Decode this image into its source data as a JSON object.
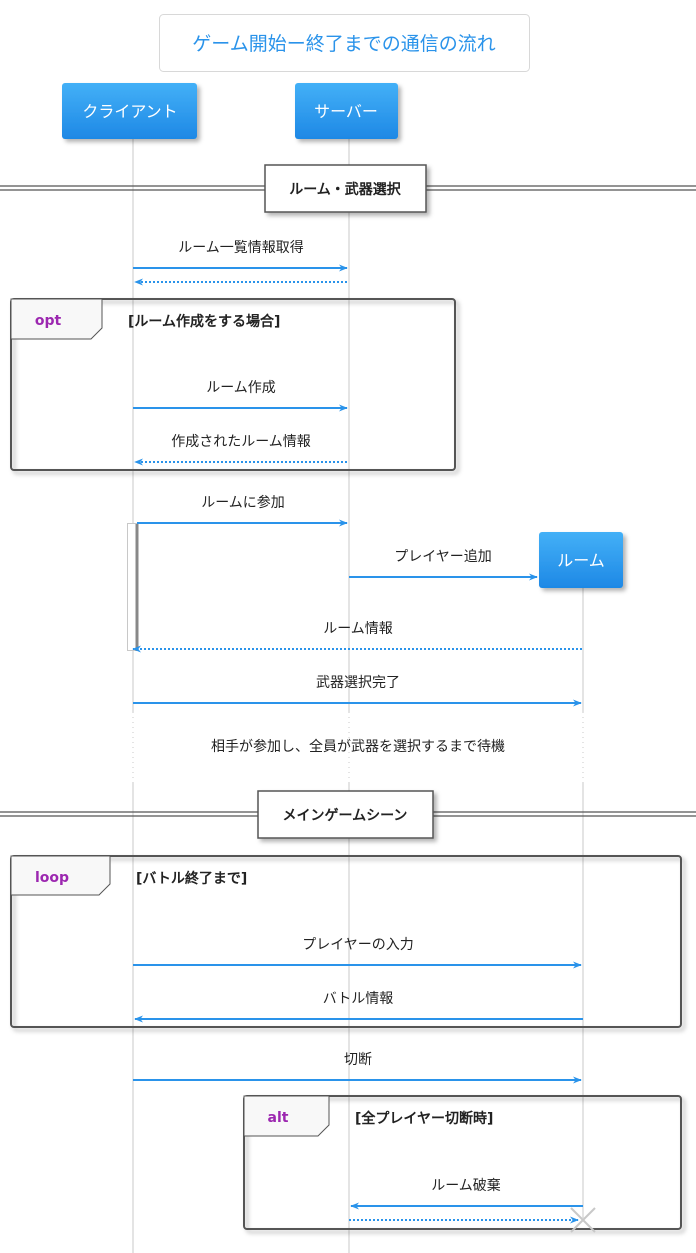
{
  "title": "ゲーム開始ー終了までの通信の流れ",
  "colors": {
    "accent": "#2a93ea",
    "participant_fill": "#2d9df0",
    "frame_stroke": "#555555",
    "lifeline": "#c8c8c8",
    "keyword": "#9c27b0",
    "title_text": "#2a93ea"
  },
  "participants": {
    "client": "クライアント",
    "server": "サーバー",
    "room": "ルーム"
  },
  "dividers": {
    "room_select": "ルーム・武器選択",
    "main_game": "メインゲームシーン"
  },
  "fragments": {
    "opt": {
      "keyword": "opt",
      "guard": "[ルーム作成をする場合]"
    },
    "loop": {
      "keyword": "loop",
      "guard": "[バトル終了まで]"
    },
    "alt": {
      "keyword": "alt",
      "guard": "[全プレイヤー切断時]"
    }
  },
  "messages": {
    "m1": "ルーム一覧情報取得",
    "m2": "ルーム作成",
    "m3": "作成されたルーム情報",
    "m4": "ルームに参加",
    "m5": "プレイヤー追加",
    "m6": "ルーム情報",
    "m7": "武器選択完了",
    "m8": "プレイヤーの入力",
    "m9": "バトル情報",
    "m10": "切断",
    "m11": "ルーム破棄"
  },
  "delay_note": "相手が参加し、全員が武器を選択するまで待機"
}
